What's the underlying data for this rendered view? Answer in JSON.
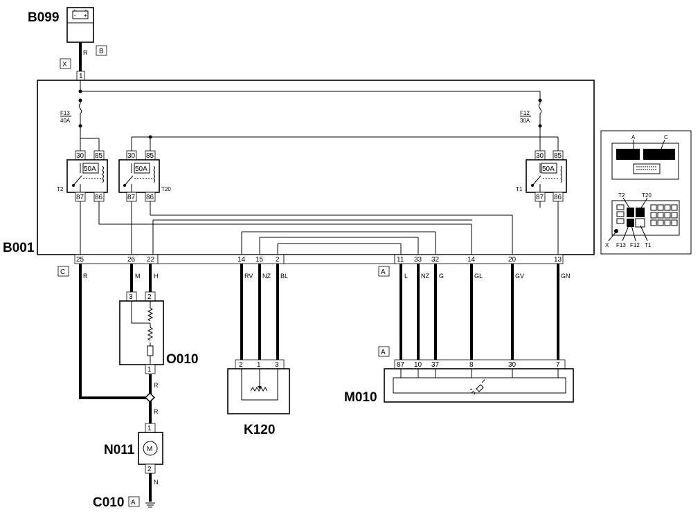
{
  "components": {
    "battery": "B099",
    "fusebox": "B001",
    "resistor_module": "O010",
    "fan_motor": "N011",
    "ground": "C010",
    "sensor": "K120",
    "ecu": "M010"
  },
  "connectors": {
    "battery_conn": "B",
    "fusebox_in": "X",
    "fusebox_out_left": "C",
    "fusebox_out_right": "A",
    "ecu_conn": "A",
    "ground_conn": "A"
  },
  "fuses": {
    "f13_name": "F13",
    "f13_rating": "40A",
    "f12_name": "F12",
    "f12_rating": "30A"
  },
  "relays": {
    "t2": "T2",
    "t20": "T20",
    "t1": "T1",
    "rating": "50A",
    "pin30": "30",
    "pin85": "85",
    "pin87": "87",
    "pin86": "86"
  },
  "pins": {
    "fusebox_in": "1",
    "b001_25": "25",
    "b001_26": "26",
    "b001_22": "22",
    "b001_14a": "14",
    "b001_15": "15",
    "b001_2": "2",
    "b001_11": "11",
    "b001_33": "33",
    "b001_32": "32",
    "b001_14b": "14",
    "b001_20": "20",
    "b001_13": "13",
    "o010_3": "3",
    "o010_2": "2",
    "o010_1": "1",
    "k120_2": "2",
    "k120_1": "1",
    "k120_3": "3",
    "m010_87": "87",
    "m010_10": "10",
    "m010_37": "37",
    "m010_8": "8",
    "m010_30": "30",
    "m010_7": "7",
    "n011_1": "1",
    "n011_2": "2"
  },
  "wires": {
    "r": "R",
    "m": "M",
    "h": "H",
    "rv": "RV",
    "nz": "NZ",
    "bl": "BL",
    "l": "L",
    "g": "G",
    "gl": "GL",
    "gv": "GV",
    "gn": "GN",
    "n": "N"
  },
  "inset": {
    "label_a": "A",
    "label_c": "C",
    "t2": "T2",
    "t20": "T20",
    "x": "X",
    "f13": "F13",
    "f12": "F12",
    "t1": "T1"
  },
  "icons": {
    "motor": "M"
  }
}
